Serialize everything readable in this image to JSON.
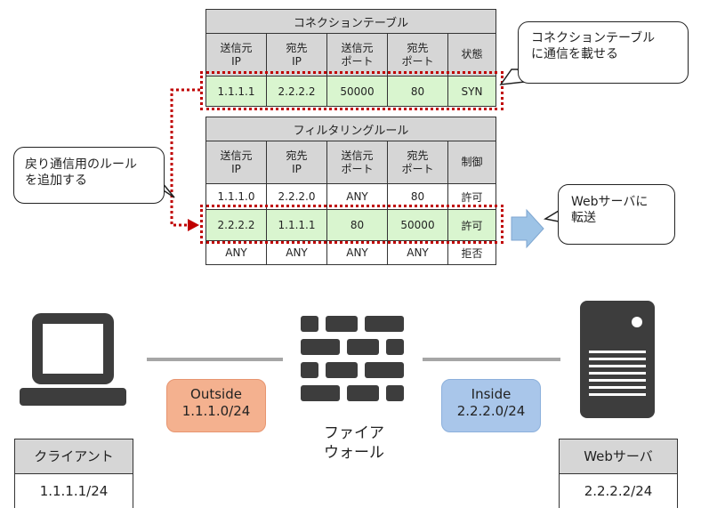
{
  "connection_table": {
    "title": "コネクションテーブル",
    "headers": [
      "送信元\nIP",
      "宛先\nIP",
      "送信元\nポート",
      "宛先\nポート",
      "状態"
    ],
    "rows": [
      [
        "1.1.1.1",
        "2.2.2.2",
        "50000",
        "80",
        "SYN"
      ]
    ]
  },
  "filter_table": {
    "title": "フィルタリングルール",
    "headers": [
      "送信元\nIP",
      "宛先\nIP",
      "送信元\nポート",
      "宛先\nポート",
      "制御"
    ],
    "rows": [
      [
        "1.1.1.0",
        "2.2.2.0",
        "ANY",
        "80",
        "許可"
      ],
      [
        "2.2.2.2",
        "1.1.1.1",
        "80",
        "50000",
        "許可"
      ],
      [
        "ANY",
        "ANY",
        "ANY",
        "ANY",
        "拒否"
      ]
    ]
  },
  "callouts": {
    "connection": "コネクションテーブル\nに通信を載せる",
    "return_rule": "戻り通信用のルール\nを追加する",
    "forward": "Webサーバに\n転送"
  },
  "network": {
    "outside_label": "Outside\n1.1.1.0/24",
    "inside_label": "Inside\n2.2.2.0/24",
    "firewall_label": "ファイア\nウォール",
    "client_name": "クライアント",
    "client_ip": "1.1.1.1/24",
    "server_name": "Webサーバ",
    "server_ip": "2.2.2.2/24"
  },
  "colors": {
    "highlight": "#c00000",
    "green_row": "#d9f5cf",
    "outside": "#f4b18f",
    "inside": "#a9c6ea",
    "device": "#3d3d3d"
  }
}
